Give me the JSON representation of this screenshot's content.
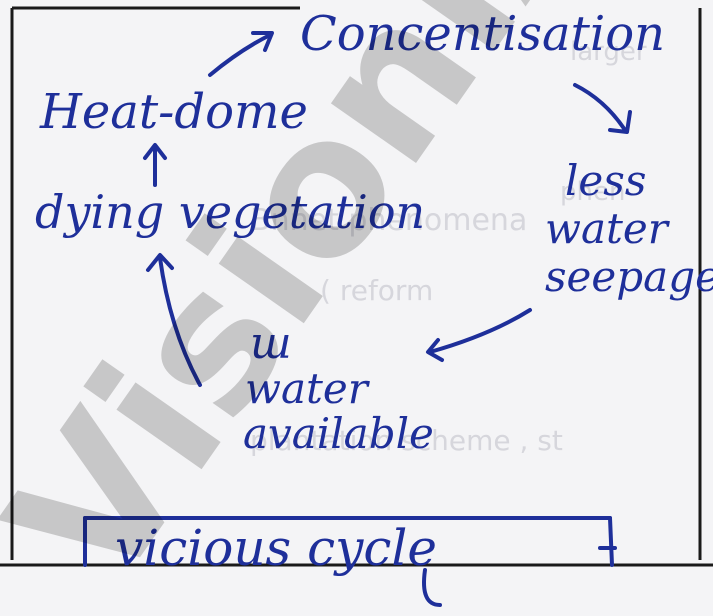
{
  "nodes": {
    "concentration": "Concentisation",
    "heat_dome": "Heat-dome",
    "dying_vegetation": "dying vegetation",
    "less_water_seepage": [
      "less",
      "water",
      "seepage"
    ],
    "less_water_available": [
      "ш",
      "water",
      "available"
    ],
    "vicious_cycle": "vicious cycle"
  },
  "watermark": "VisionIAS",
  "colors": {
    "ink": "#1e2f9a",
    "frame": "#1a1a1a",
    "paper": "#f4f4f6",
    "watermark": "#bdbdbd"
  }
}
